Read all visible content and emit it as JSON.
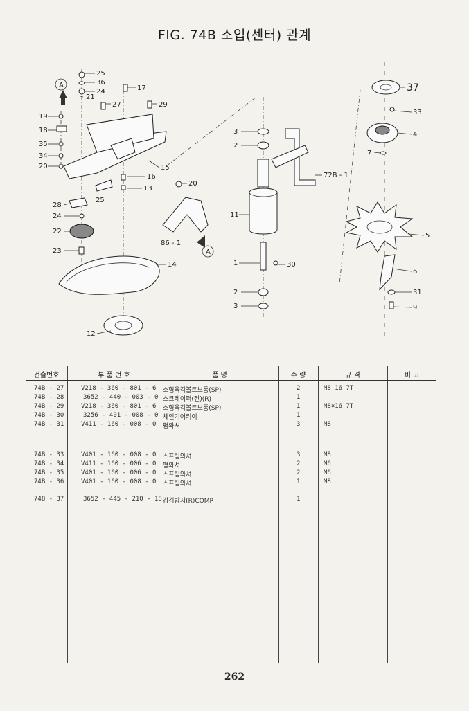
{
  "page": {
    "title": "FIG. 74B 소입(센터) 관계",
    "page_number": "262"
  },
  "callouts": {
    "c25": "25",
    "c36": "36",
    "c24": "24",
    "c21": "21",
    "c17": "17",
    "c27": "27",
    "c29": "29",
    "c19": "19",
    "c18": "18",
    "c35": "35",
    "c34": "34",
    "c20a": "20",
    "c15": "15",
    "c16": "16",
    "c13": "13",
    "c25b": "25",
    "c28": "28",
    "c24b": "24",
    "c22": "22",
    "c23": "23",
    "c14": "14",
    "c12": "12",
    "c20b": "20",
    "c86": "86 - 1",
    "c3a": "3",
    "c2a": "2",
    "c11": "11",
    "c1": "1",
    "c30": "30",
    "c2b": "2",
    "c3b": "3",
    "c72b": "72B - 1",
    "c37": "37",
    "c33": "33",
    "c4": "4",
    "c7": "7",
    "c5": "5",
    "c6": "6",
    "c31": "31",
    "c9": "9",
    "markA": "A"
  },
  "table": {
    "headers": [
      "건출번호",
      "부 품 번 호",
      "품 명",
      "수 량",
      "규 격",
      "비 고"
    ],
    "rows": [
      {
        "ref": "74B - 27",
        "part": "V218 - 360 - 801 - 6",
        "name": "소형육각볼트보통(SP)",
        "qty": "2",
        "spec": "M8 16 7T",
        "note": ""
      },
      {
        "ref": "74B - 28",
        "part": "3652 - 440 - 003 - 0",
        "name": "스크레이퍼(전)(R)",
        "qty": "1",
        "spec": "",
        "note": ""
      },
      {
        "ref": "74B - 29",
        "part": "V218 - 360 - 801 - 6",
        "name": "소형육각볼트보통(SP)",
        "qty": "1",
        "spec": "M8×16 7T",
        "note": ""
      },
      {
        "ref": "74B - 30",
        "part": "3256 - 401 - 008 - 0",
        "name": "체인기어키이",
        "qty": "1",
        "spec": "",
        "note": ""
      },
      {
        "ref": "74B - 31",
        "part": "V411 - 160 - 008 - 0",
        "name": "평와셔",
        "qty": "3",
        "spec": "M8",
        "note": ""
      },
      {
        "ref": "74B - 33",
        "part": "V401 - 160 - 008 - 0",
        "name": "스프링와셔",
        "qty": "3",
        "spec": "M8",
        "note": ""
      },
      {
        "ref": "74B - 34",
        "part": "V411 - 160 - 006 - 0",
        "name": "평와셔",
        "qty": "2",
        "spec": "M6",
        "note": ""
      },
      {
        "ref": "74B - 35",
        "part": "V401 - 160 - 006 - 0",
        "name": "스프링와셔",
        "qty": "2",
        "spec": "M6",
        "note": ""
      },
      {
        "ref": "74B - 36",
        "part": "V401 - 160 - 008 - 0",
        "name": "스프링와셔",
        "qty": "1",
        "spec": "M8",
        "note": ""
      },
      {
        "ref": "748 - 37",
        "part": "3652 - 445 - 210 - 18",
        "name": "감김방지(R)COMP",
        "qty": "1",
        "spec": "",
        "note": ""
      }
    ]
  }
}
